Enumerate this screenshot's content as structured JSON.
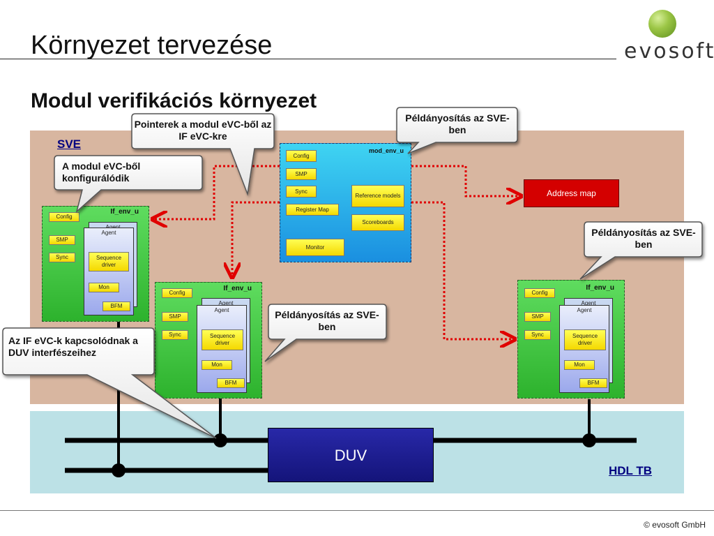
{
  "header": {
    "title": "Környezet tervezése",
    "logo_text": "evosoft",
    "logo_icon": "evosoft-ball-logo"
  },
  "subtitle": "Modul verifikációs környezet",
  "panels": {
    "sve_label": "SVE",
    "hdl_label": "HDL TB"
  },
  "mod_env": {
    "name": "mod_env_u",
    "boxes": {
      "config": "Config",
      "smp": "SMP",
      "sync": "Sync",
      "register_map": "Register Map",
      "monitor": "Monitor",
      "reference_models": "Reference models",
      "scoreboards": "Scoreboards"
    }
  },
  "address_map": "Address map",
  "if_envs": [
    {
      "name": "If_env_u",
      "config": "Config",
      "smp": "SMP",
      "sync": "Sync",
      "agent_back": "Agent",
      "agent": "Agent",
      "sequence_driver": "Sequence driver",
      "mon": "Mon",
      "bfm": "BFM"
    },
    {
      "name": "If_env_u",
      "config": "Config",
      "smp": "SMP",
      "sync": "Sync",
      "agent_back": "Agent",
      "agent": "Agent",
      "sequence_driver": "Sequence driver",
      "mon": "Mon",
      "bfm": "BFM"
    },
    {
      "name": "If_env_u",
      "config": "Config",
      "smp": "SMP",
      "sync": "Sync",
      "agent_back": "Agent",
      "agent": "Agent",
      "sequence_driver": "Sequence driver",
      "mon": "Mon",
      "bfm": "BFM"
    }
  ],
  "duv": "DUV",
  "callouts": {
    "pointers": "Pointerek a modul eVC-ből az IF eVC-kre",
    "config": "A modul eVC-ből konfigurálódik",
    "inst_top": "Példányosítás az SVE-ben",
    "inst_right": "Példányosítás az SVE-ben",
    "inst_mid": "Példányosítás az SVE-ben",
    "if_connect": "Az IF eVC-k kapcsolódnak a DUV interfészeihez"
  },
  "footer": {
    "copyright": "© evosoft GmbH"
  },
  "colors": {
    "sve_bg": "#d8b6a0",
    "hdl_bg": "#bce1e6",
    "env_green": "#2db22d",
    "mod_blue": "#1a8fe0",
    "address_red": "#d40000",
    "duv_navy": "#14147a",
    "pointer_red": "#e00000",
    "label_navy": "#000080"
  }
}
